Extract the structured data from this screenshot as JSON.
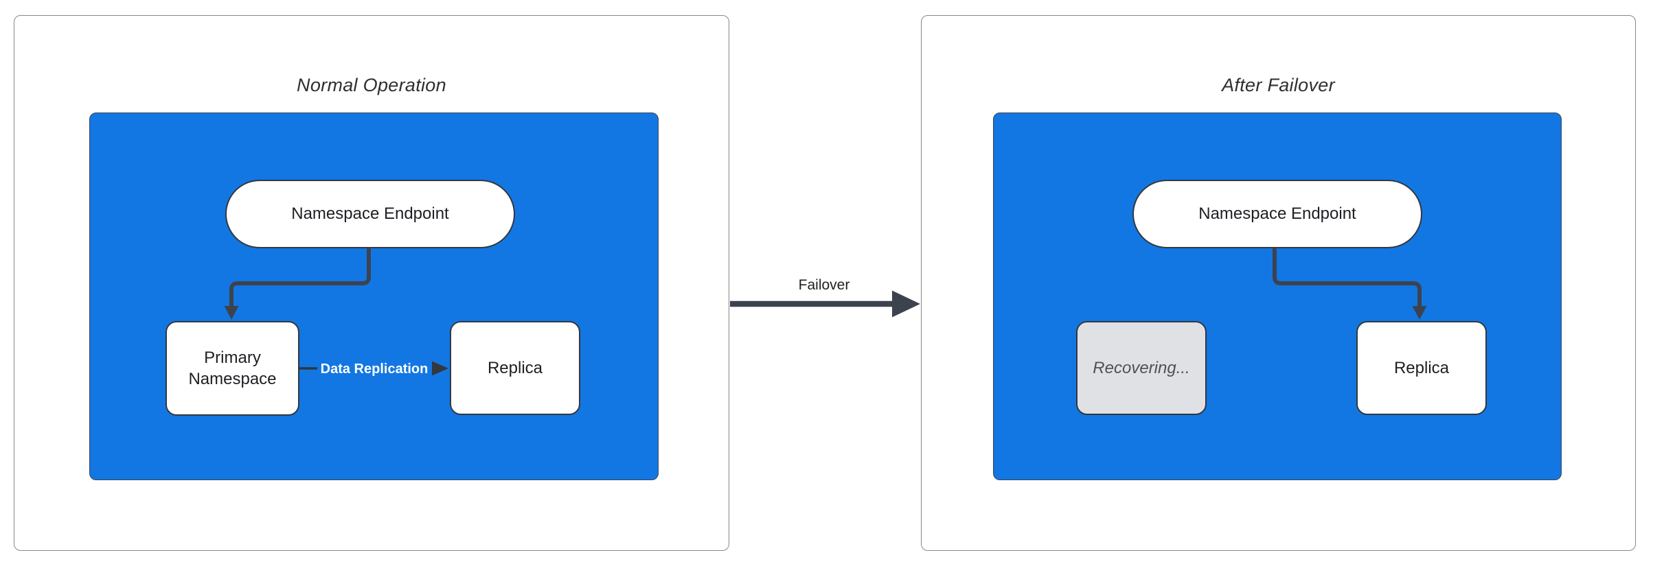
{
  "colors": {
    "cluster_blue": "#1277e3",
    "node_fill": "#ffffff",
    "node_border": "#33373e",
    "connector_dark": "#3d434e",
    "recovering_fill": "#e0e1e4",
    "recovering_text": "#4b515a",
    "edge_label_text": "#ffffff",
    "title_text": "#2e2f31"
  },
  "left_panel": {
    "title": "Normal Operation",
    "endpoint_label": "Namespace Endpoint",
    "primary_label": "Primary Namespace",
    "replica_label": "Replica",
    "edge_label": "Data Replication"
  },
  "failover": {
    "label": "Failover"
  },
  "right_panel": {
    "title": "After Failover",
    "endpoint_label": "Namespace Endpoint",
    "recovering_label": "Recovering...",
    "replica_label": "Replica"
  }
}
